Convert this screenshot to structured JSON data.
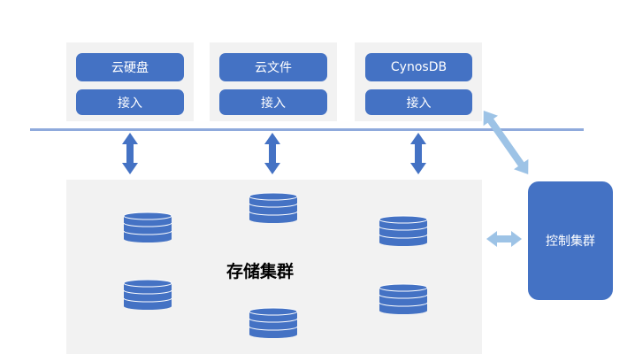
{
  "services": [
    {
      "name": "云硬盘",
      "access": "接入"
    },
    {
      "name": "云文件",
      "access": "接入"
    },
    {
      "name": "CynosDB",
      "access": "接入"
    }
  ],
  "storage_cluster": {
    "label": "存储集群"
  },
  "control_cluster": {
    "label": "控制集群"
  },
  "colors": {
    "primary": "#4472c4",
    "panel": "#f2f2f2",
    "line": "#8faadc",
    "arrow": "#4472c4",
    "arrow_light": "#9dc3e6"
  }
}
